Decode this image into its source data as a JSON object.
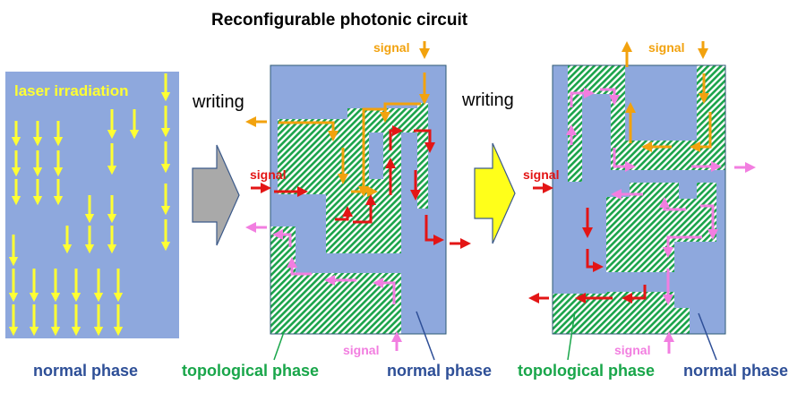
{
  "title": "Reconfigurable photonic circuit",
  "left_panel": {
    "label": "laser irradiation",
    "phase_label": "normal phase"
  },
  "step_labels": {
    "writing_1": "writing",
    "writing_2": "writing"
  },
  "middle_panel": {
    "signal_top": "signal",
    "signal_left": "signal",
    "signal_bottom": "signal",
    "topological_label": "topological phase",
    "normal_label": "normal phase"
  },
  "right_panel": {
    "signal_top": "signal",
    "signal_left": "signal",
    "signal_bottom": "signal",
    "topological_label": "topological phase",
    "normal_label": "normal phase"
  },
  "colors": {
    "normal_phase": "#8ea8dd",
    "topological_stripe": "#1aa34a",
    "laser_arrow": "#ffff33",
    "signal_orange": "#f2a20e",
    "signal_red": "#e31515",
    "signal_pink": "#f27ee0",
    "writing_arrow_1": "#a9a9a9",
    "writing_arrow_2": "#ffff1a"
  }
}
